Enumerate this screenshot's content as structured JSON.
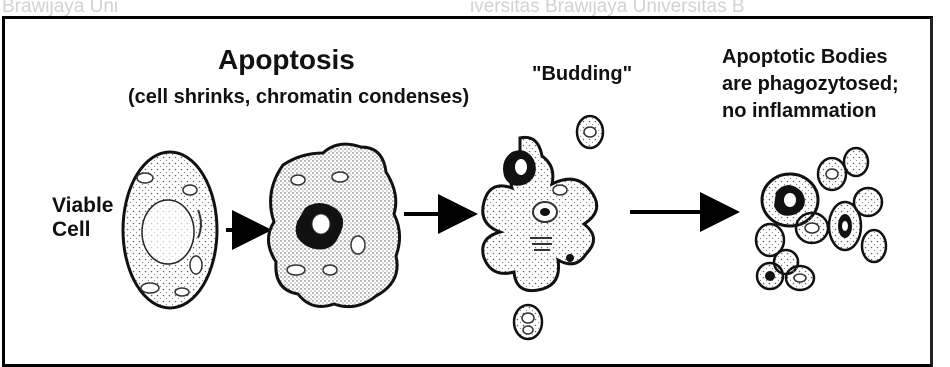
{
  "watermark": {
    "left": "Brawijaya   Uni",
    "right": "iversitas Brawijaya   Universitas B"
  },
  "title": "Apoptosis",
  "subtitle": "(cell shrinks, chromatin condenses)",
  "viable_cell_label_line1": "Viable",
  "viable_cell_label_line2": "Cell",
  "budding_label": "\"Budding\"",
  "bodies_label_line1": "Apoptotic Bodies",
  "bodies_label_line2": "are phagozytosed;",
  "bodies_label_line3": "no inflammation"
}
